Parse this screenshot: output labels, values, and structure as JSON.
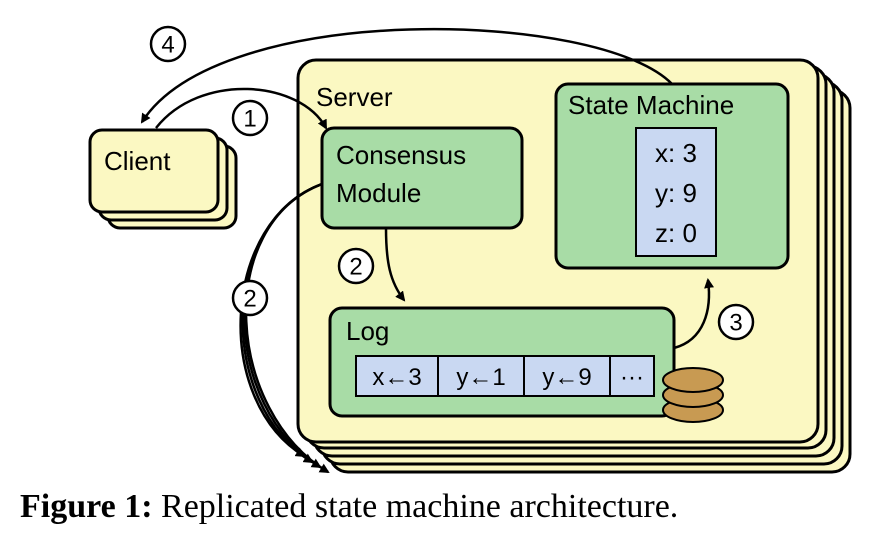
{
  "diagram": {
    "client_label": "Client",
    "server_label": "Server",
    "consensus_line1": "Consensus",
    "consensus_line2": "Module",
    "state_machine_label": "State Machine",
    "state_values": [
      "x: 3",
      "y: 9",
      "z: 0"
    ],
    "log_label": "Log",
    "log_entries": [
      "x←3",
      "y←1",
      "y←9",
      "···"
    ],
    "step_numbers": [
      "4",
      "1",
      "2",
      "2",
      "3"
    ]
  },
  "caption": {
    "label": "Figure 1:",
    "text": "Replicated state machine architecture."
  },
  "colors": {
    "server_fill": "#fbf8c2",
    "module_fill": "#a8dca6",
    "cell_fill": "#c9d8f2",
    "disk_fill": "#c89a52"
  }
}
